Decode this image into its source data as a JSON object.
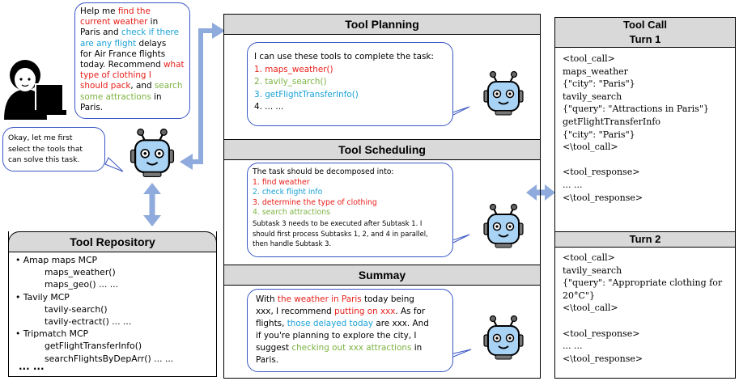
{
  "user_bubble": [
    {
      "parts": [
        {
          "t": "Help me ",
          "c": ""
        },
        {
          "t": "find the",
          "c": "red"
        }
      ]
    },
    {
      "parts": [
        {
          "t": "current weather",
          "c": "red"
        },
        {
          "t": " in",
          "c": ""
        }
      ]
    },
    {
      "parts": [
        {
          "t": "Paris and ",
          "c": ""
        },
        {
          "t": "check if there",
          "c": "cyan"
        }
      ]
    },
    {
      "parts": [
        {
          "t": "are any flight",
          "c": "cyan"
        },
        {
          "t": " delays",
          "c": ""
        }
      ]
    },
    {
      "parts": [
        {
          "t": "for Air France flights",
          "c": ""
        }
      ]
    },
    {
      "parts": [
        {
          "t": "today. Recommend ",
          "c": ""
        },
        {
          "t": "what",
          "c": "red"
        }
      ]
    },
    {
      "parts": [
        {
          "t": "type of clothing I",
          "c": "red"
        }
      ]
    },
    {
      "parts": [
        {
          "t": "should pack",
          "c": "red"
        },
        {
          "t": ", and ",
          "c": ""
        },
        {
          "t": "search",
          "c": "green"
        }
      ]
    },
    {
      "parts": [
        {
          "t": "some attractions",
          "c": "green"
        },
        {
          "t": " in",
          "c": ""
        }
      ]
    },
    {
      "parts": [
        {
          "t": "Paris.",
          "c": ""
        }
      ]
    }
  ],
  "agent_bubble": [
    "Okay, let me first",
    "select the tools that",
    "can solve this task."
  ],
  "repository": {
    "title": "Tool Repository",
    "lines": [
      {
        "t": "•  Amap maps MCP",
        "ind": false
      },
      {
        "t": "maps_weather()",
        "ind": true
      },
      {
        "t": "maps_geo() ... ...",
        "ind": true
      },
      {
        "t": "•  Tavily MCP",
        "ind": false
      },
      {
        "t": "tavily-search()",
        "ind": true
      },
      {
        "t": "tavily-ectract() ... ...",
        "ind": true
      },
      {
        "t": "•  Tripmatch MCP",
        "ind": false
      },
      {
        "t": "getFlightTransferInfo()",
        "ind": true
      },
      {
        "t": "searchFlightsByDepArr() ... ...",
        "ind": true
      }
    ],
    "ellipsis": "... ..."
  },
  "planning": {
    "title": "Tool Planning",
    "intro": "I can use these tools to complete the task:",
    "items": [
      {
        "t": "1.  maps_weather()",
        "c": "red"
      },
      {
        "t": "2.  tavily_search()",
        "c": "green"
      },
      {
        "t": "3.  getFlightTransferInfo()",
        "c": "cyan"
      },
      {
        "t": "4.  ... ...",
        "c": ""
      }
    ]
  },
  "scheduling": {
    "title": "Tool Scheduling",
    "intro": "The task should be decomposed into:",
    "items": [
      {
        "t": "1.  find weather",
        "c": "red"
      },
      {
        "t": "2.  check flight info",
        "c": "cyan"
      },
      {
        "t": "3.  determine the type of clothing",
        "c": "red"
      },
      {
        "t": "4.  search attractions",
        "c": "green"
      }
    ],
    "note": [
      "Subtask 3 needs to be executed after Subtask 1. I",
      "should first process Subtasks 1, 2, and 4 in parallel,",
      "then handle Subtask 3."
    ]
  },
  "summary": {
    "title": "Summay",
    "lines": [
      {
        "parts": [
          {
            "t": "With ",
            "c": ""
          },
          {
            "t": "the weather in Paris",
            "c": "red"
          },
          {
            "t": " today being",
            "c": ""
          }
        ]
      },
      {
        "parts": [
          {
            "t": "xxx, I recommend ",
            "c": ""
          },
          {
            "t": "putting on xxx",
            "c": "red"
          },
          {
            "t": ". As for",
            "c": ""
          }
        ]
      },
      {
        "parts": [
          {
            "t": "flights, ",
            "c": ""
          },
          {
            "t": "those delayed today",
            "c": "cyan"
          },
          {
            "t": " are xxx. And",
            "c": ""
          }
        ]
      },
      {
        "parts": [
          {
            "t": "if you're planning to explore the city, I",
            "c": ""
          }
        ]
      },
      {
        "parts": [
          {
            "t": "suggest ",
            "c": ""
          },
          {
            "t": "checking out xxx attractions",
            "c": "green"
          },
          {
            "t": " in",
            "c": ""
          }
        ]
      },
      {
        "parts": [
          {
            "t": "Paris.",
            "c": ""
          }
        ]
      }
    ]
  },
  "toolcall": {
    "title": "Tool Call",
    "turn1": "Turn 1",
    "turn1_lines": [
      "<tool_call>",
      "maps_weather",
      "{\"city\": \"Paris\"}",
      "tavily_search",
      "{\"query\": \"Attractions in Paris\"}",
      "getFlightTransferInfo",
      "{\"city\": \"Paris\"}",
      "<\\tool_call>",
      "",
      "<tool_response>",
      "... ...",
      "<\\tool_response>"
    ],
    "turn2": "Turn 2",
    "turn2_lines": [
      "<tool_call>",
      "tavily_search",
      "{\"query\": \"Appropriate clothing for",
      "20°C\"}",
      "<\\tool_call>",
      "",
      "<tool_response>",
      "... ...",
      "<\\tool_response>"
    ]
  },
  "colors": {
    "red": "#e8201b",
    "cyan": "#1aa2d6",
    "green": "#7cb342",
    "arrow": "#8faadc",
    "robot": "#a9d3f5"
  }
}
